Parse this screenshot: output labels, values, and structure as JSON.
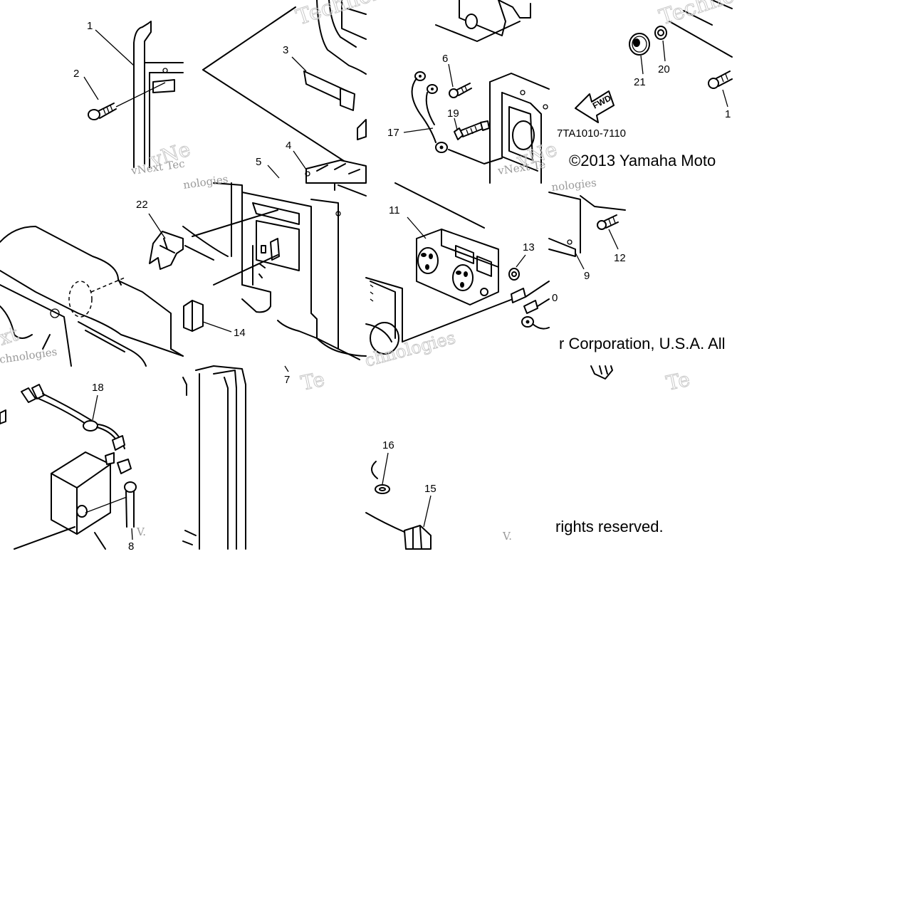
{
  "diagram": {
    "part_number": "7TA1010-7110",
    "copyright_segments": [
      "©2013 Yamaha Moto",
      "r Corporation, U.S.A. All",
      "rights reserved."
    ],
    "direction_badge": "FWD",
    "callouts": [
      "1",
      "2",
      "3",
      "4",
      "5",
      "6",
      "7",
      "8",
      "9",
      "0",
      "11",
      "12",
      "13",
      "14",
      "15",
      "16",
      "17",
      "18",
      "19",
      "20",
      "21",
      "22",
      "1"
    ],
    "watermarks": [
      "Technol",
      "Technc",
      "vNext Tec",
      "vNext Te",
      "nologies",
      "nologies",
      "vNe",
      "vNe",
      "xt",
      "chnologies",
      "chnologies",
      "Te",
      "Te",
      "V.",
      "V."
    ]
  }
}
